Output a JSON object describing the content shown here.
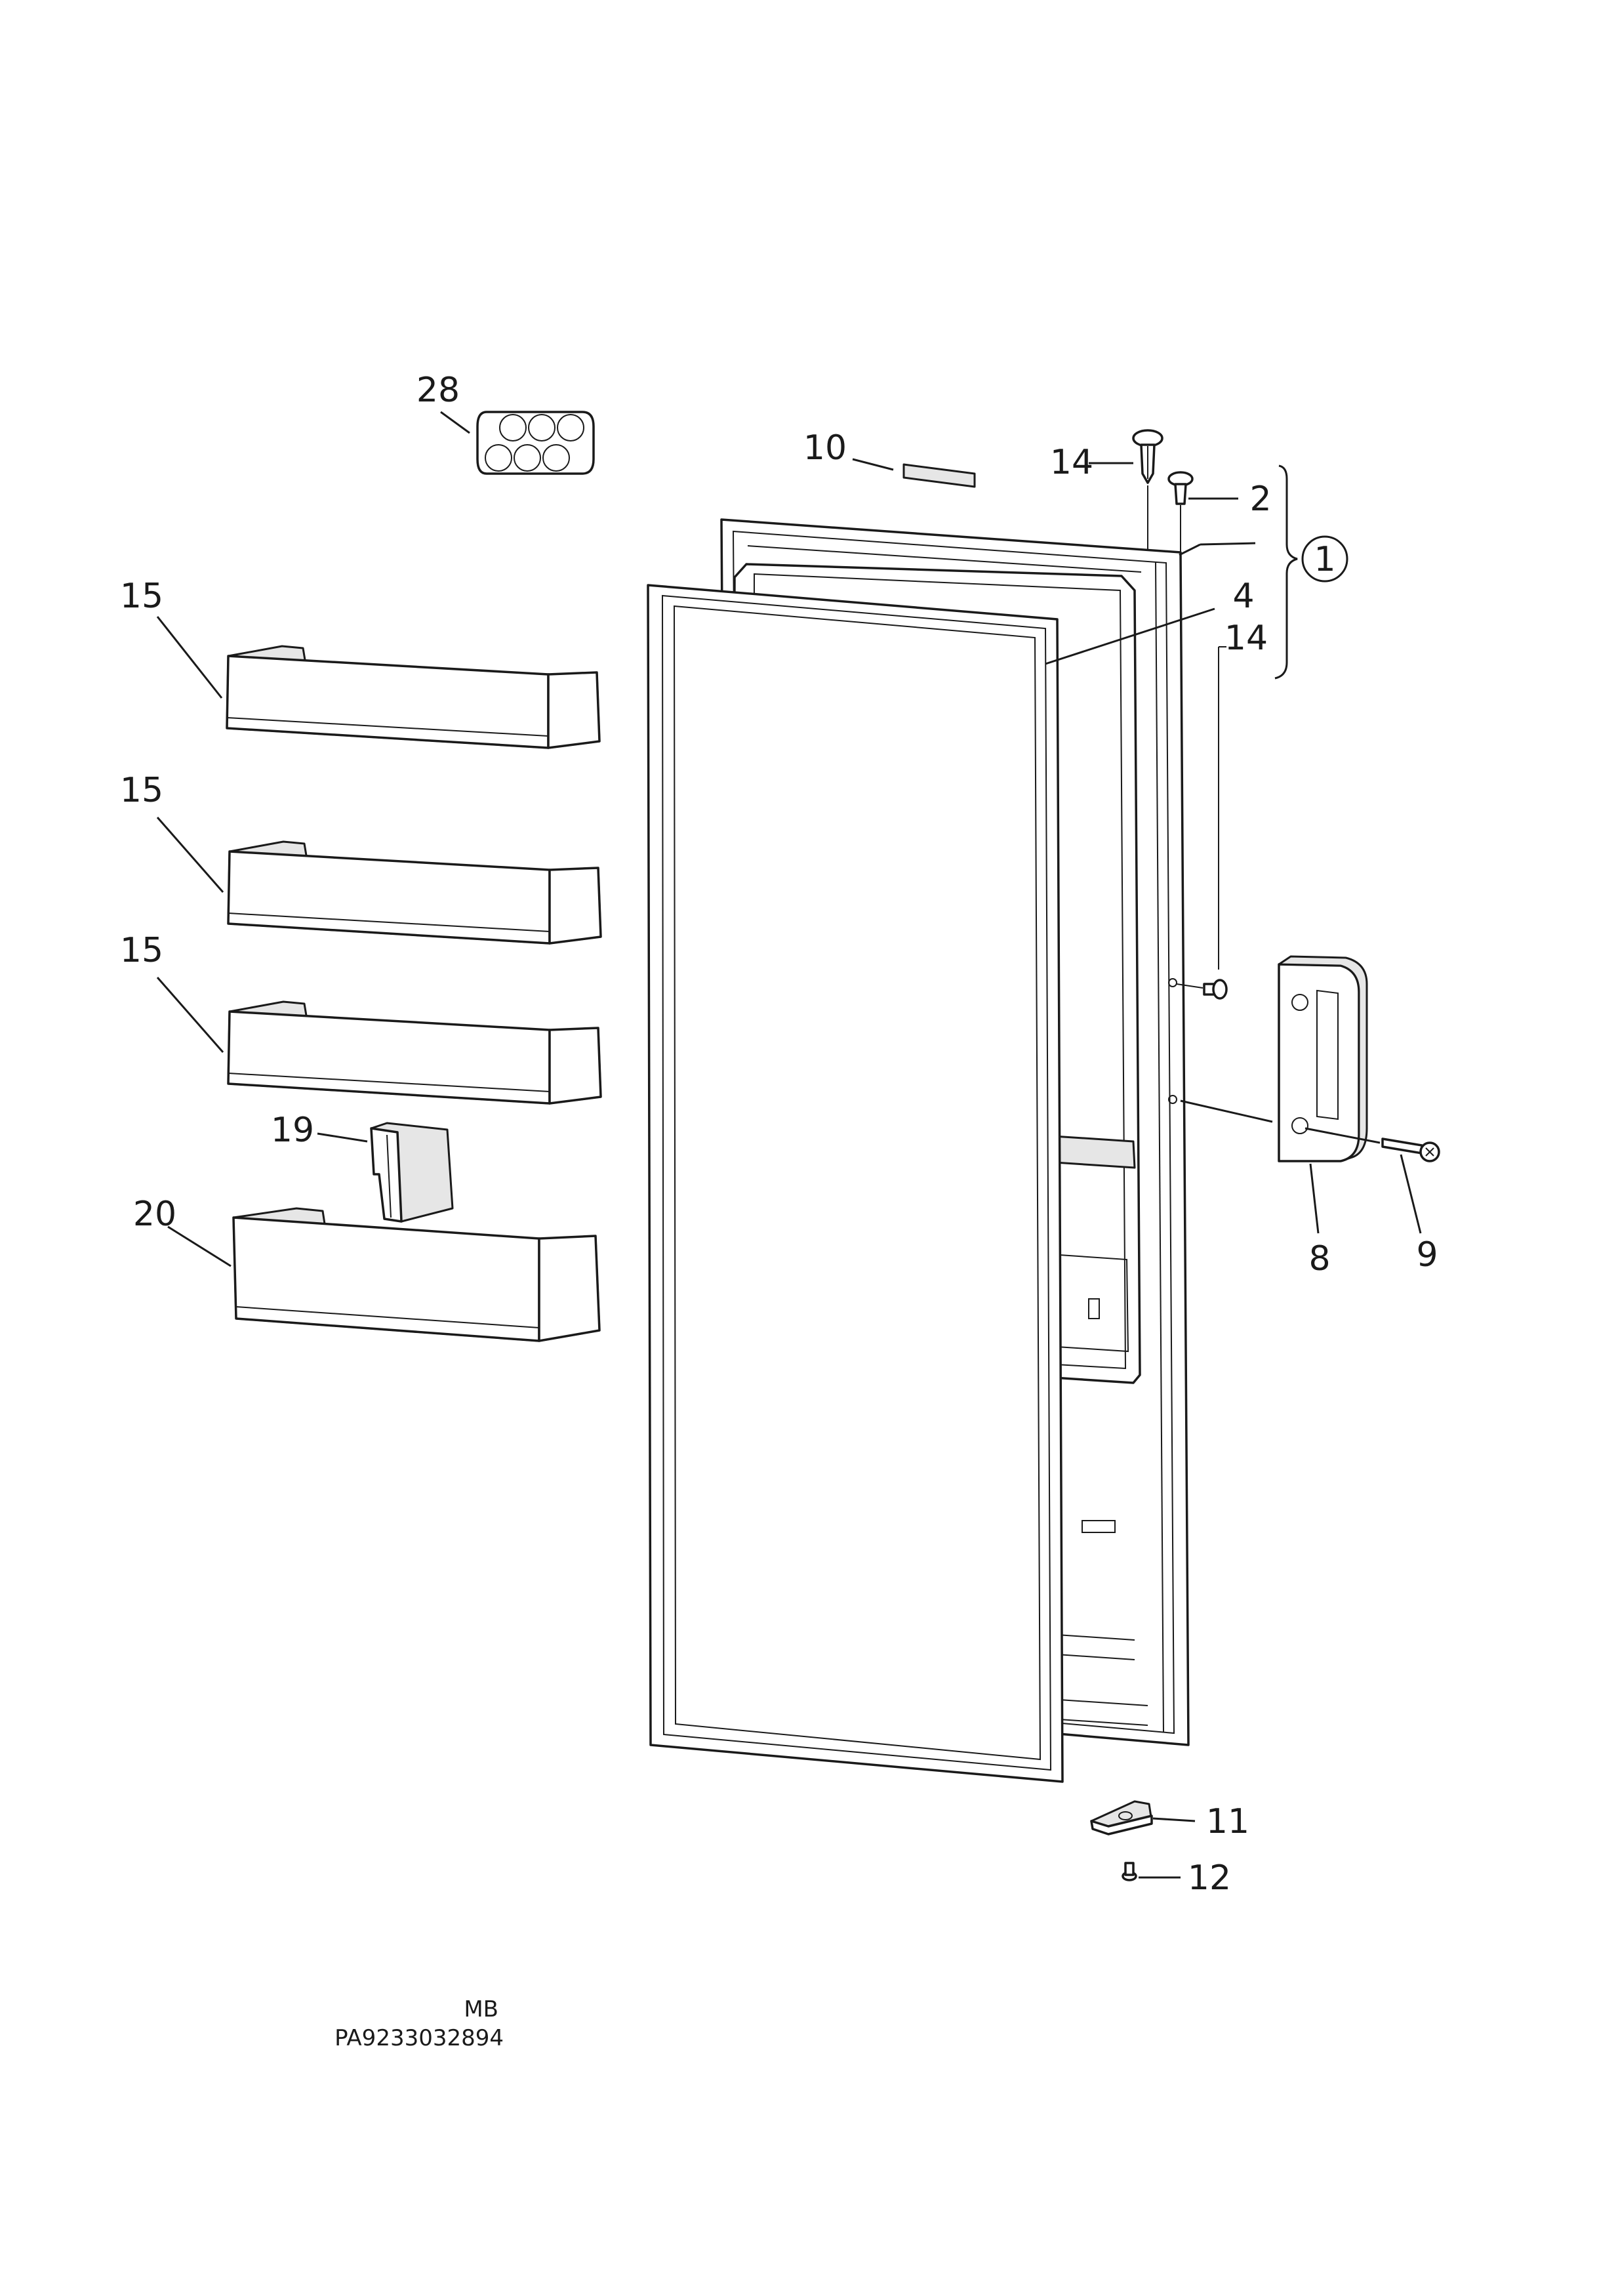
{
  "labels": {
    "l28": "28",
    "l10": "10",
    "l14a": "14",
    "l2": "2",
    "l1": "1",
    "l4": "4",
    "l14b": "14",
    "l15a": "15",
    "l15b": "15",
    "l15c": "15",
    "l19": "19",
    "l20": "20",
    "l8": "8",
    "l9": "9",
    "l11": "11",
    "l12": "12"
  },
  "footer": {
    "model": "MB",
    "code": "PA9233032894"
  }
}
